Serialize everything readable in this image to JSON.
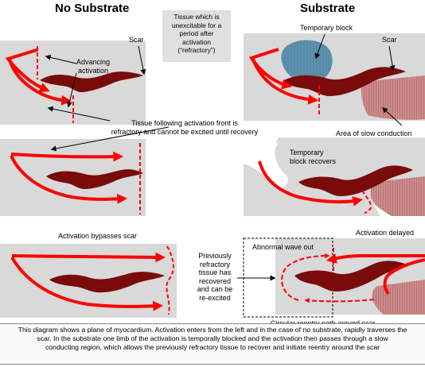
{
  "headings": {
    "left": "No Substrate",
    "right": "Substrate"
  },
  "tissue_box": [
    "Tissue which is",
    "unexcitable for a",
    "period after",
    "activation",
    "(“refractory”)"
  ],
  "labels": {
    "scar_left": "Scar",
    "scar_right": "Scar",
    "advancing": [
      "Advancing",
      "activation"
    ],
    "temp_block": "Temporary block",
    "tissue_following": [
      "Tissue following activation front is",
      "refractory and cannot be excited until recovery"
    ],
    "slow_conduction": "Area of slow conduction",
    "temp_block_recovers": [
      "Temporary",
      "block recovers"
    ],
    "bypasses": "Activation bypasses scar",
    "delayed": "Activation delayed",
    "abnormal_wave": "Abnormal wave out",
    "previously": [
      "Previously",
      "refractory",
      "tissue has",
      "recovered",
      "and can be",
      "re-excited"
    ],
    "circular": "Circular reentry path around scar"
  },
  "caption": [
    "This diagram shows a plane of myocardium.  Activation enters from the left and in the case of no substrate, rapidly traverses the",
    "scar.  In the substrate one limb of the activation is temporally  blocked  and the activation then passes through a slow",
    "conducting region, which allows the previously refractory tissue to recover and initiate reentry around the scar"
  ],
  "colors": {
    "tissue": "#d9d9d9",
    "activation": "#ff0000",
    "scar": "#7a0b0b",
    "block": "#5b8fab",
    "slow": "#c98787"
  }
}
